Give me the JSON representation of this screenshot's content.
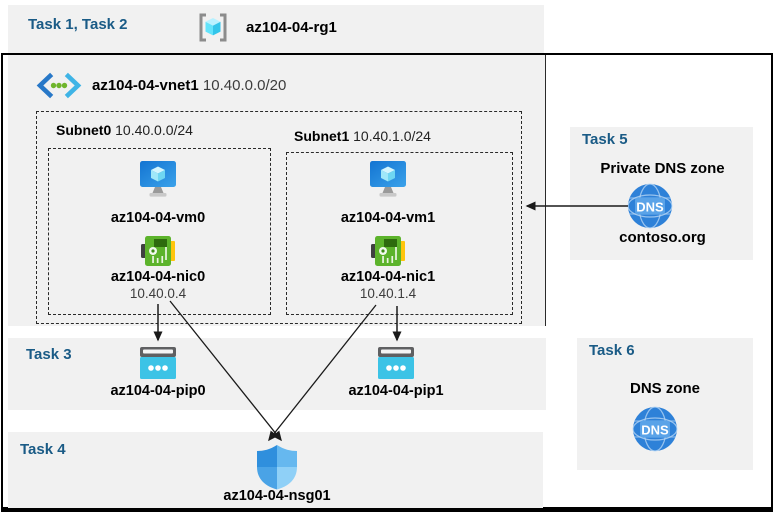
{
  "colors": {
    "band_gray": "#f1f1f1",
    "task_blue": "#1a5b86",
    "arrow_black": "#1a1a1a",
    "pip_cyan": "#3cc3e6",
    "nic_green": "#5cb32b",
    "dns_blue": "#2e81d8",
    "nsg_blue": "#2f8fdd"
  },
  "rg_band": {
    "task_label": "Task 1, Task 2",
    "rg_name": "az104-04-rg1"
  },
  "vnet": {
    "name": "az104-04-vnet1",
    "cidr": "10.40.0.0/20",
    "subnets": [
      {
        "name": "Subnet0",
        "cidr": "10.40.0.0/24",
        "vm": "az104-04-vm0",
        "nic": "az104-04-nic0",
        "ip": "10.40.0.4"
      },
      {
        "name": "Subnet1",
        "cidr": "10.40.1.0/24",
        "vm": "az104-04-vm1",
        "nic": "az104-04-nic1",
        "ip": "10.40.1.4"
      }
    ]
  },
  "task3": {
    "label": "Task 3",
    "pips": [
      "az104-04-pip0",
      "az104-04-pip1"
    ]
  },
  "task4": {
    "label": "Task 4",
    "nsg": "az104-04-nsg01"
  },
  "task5": {
    "label": "Task 5",
    "title": "Private DNS zone",
    "zone": "contoso.org"
  },
  "task6": {
    "label": "Task 6",
    "title": "DNS zone"
  },
  "icons": {
    "dns_label": "DNS"
  }
}
